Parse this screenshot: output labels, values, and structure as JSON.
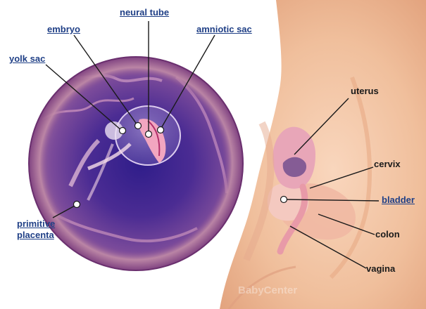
{
  "labels": {
    "neural_tube": "neural tube",
    "embryo": "embryo",
    "amniotic_sac": "amniotic sac",
    "yolk_sac": "yolk sac",
    "primitive_placenta": [
      "primitive",
      "placenta"
    ],
    "uterus": "uterus",
    "cervix": "cervix",
    "bladder": "bladder",
    "colon": "colon",
    "vagina": "vagina"
  },
  "watermark": "BabyCenter",
  "colors": {
    "link_label": "#1f3f86",
    "plain_label": "#1a1a1a",
    "skin": "#f2c3a2",
    "sac_interior": "#4a2a8a",
    "sac_rim": "#b87aa8",
    "uterus_pink": "#e8a6b8"
  }
}
